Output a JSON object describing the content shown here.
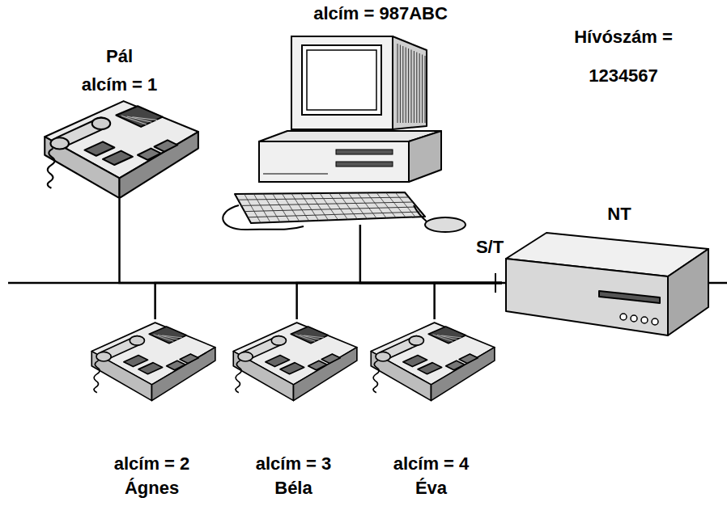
{
  "diagram": {
    "nodes": [
      {
        "text": [
          "Pál",
          "alcím = 1"
        ]
      },
      {
        "text": [
          "alcím = 987ABC"
        ]
      },
      {
        "text": [
          "NT"
        ]
      },
      {
        "text": [
          "alcím = 2",
          "Ágnes"
        ]
      },
      {
        "text": [
          "alcím = 3",
          "Béla"
        ]
      },
      {
        "text": [
          "alcím = 4",
          "Éva"
        ]
      }
    ],
    "edges": [
      {
        "from": 0,
        "to": 2,
        "arrow": "none"
      },
      {
        "from": 1,
        "to": 2,
        "arrow": "none"
      },
      {
        "from": 3,
        "to": 2,
        "arrow": "none"
      },
      {
        "from": 4,
        "to": 2,
        "arrow": "none"
      },
      {
        "from": 5,
        "to": 2,
        "arrow": "none"
      }
    ],
    "labels": [
      "Hívószám = 1234567",
      "S/T"
    ]
  }
}
